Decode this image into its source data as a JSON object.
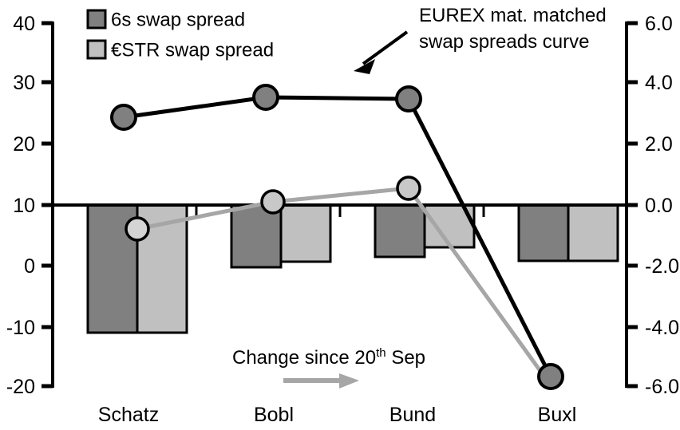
{
  "chart_data": {
    "type": "bar",
    "title": "",
    "categories": [
      "Schatz",
      "Bobl",
      "Bund",
      "Buxl"
    ],
    "series": [
      {
        "name": "6s swap spread",
        "axis": "left",
        "type": "bar",
        "color": "#808080",
        "values": [
          -10.3,
          0.0,
          1.9,
          1.1
        ]
      },
      {
        "name": "€STR swap spread",
        "axis": "left",
        "type": "bar",
        "color": "#c0c0c0",
        "values": [
          -10.3,
          0.9,
          3.4,
          1.1
        ]
      },
      {
        "name": "EUREX mat. matched swap spreads curve",
        "axis": "left",
        "type": "line",
        "color": "#000000",
        "marker_color": "#808080",
        "values": [
          24.5,
          28.0,
          27.3,
          -18.0
        ]
      },
      {
        "name": "Change since 20th Sep",
        "axis": "left",
        "type": "line",
        "color": "#a6a6a6",
        "marker_color": "#c0c0c0",
        "values": [
          6.0,
          10.5,
          12.8,
          -18.0
        ]
      }
    ],
    "left_axis": {
      "ticks": [
        "40",
        "30",
        "20",
        "10",
        "0",
        "-10",
        "-20"
      ],
      "min": -20,
      "max": 40,
      "baseline": 10
    },
    "right_axis": {
      "ticks": [
        "6.0",
        "4.0",
        "2.0",
        "0.0",
        "-2.0",
        "-4.0",
        "-6.0"
      ],
      "min": -6.0,
      "max": 6.0,
      "baseline": 0.0
    },
    "xlabel": "",
    "ylabel": "",
    "grid": false,
    "legend_position": "top-left"
  },
  "legend": {
    "items": [
      {
        "label": "6s swap spread",
        "color": "#808080"
      },
      {
        "label": "€STR swap spread",
        "color": "#c0c0c0"
      }
    ]
  },
  "annotations": {
    "curve_note_line1": "EUREX mat. matched",
    "curve_note_line2": "swap spreads curve",
    "change_note_main": "Change since 20",
    "change_note_sup": "th",
    "change_note_tail": " Sep"
  },
  "axis": {
    "left_ticks": [
      "40",
      "30",
      "20",
      "10",
      "0",
      "-10",
      "-20"
    ],
    "right_ticks": [
      "6.0",
      "4.0",
      "2.0",
      "0.0",
      "-2.0",
      "-4.0",
      "-6.0"
    ],
    "categories": [
      "Schatz",
      "Bobl",
      "Bund",
      "Buxl"
    ]
  }
}
